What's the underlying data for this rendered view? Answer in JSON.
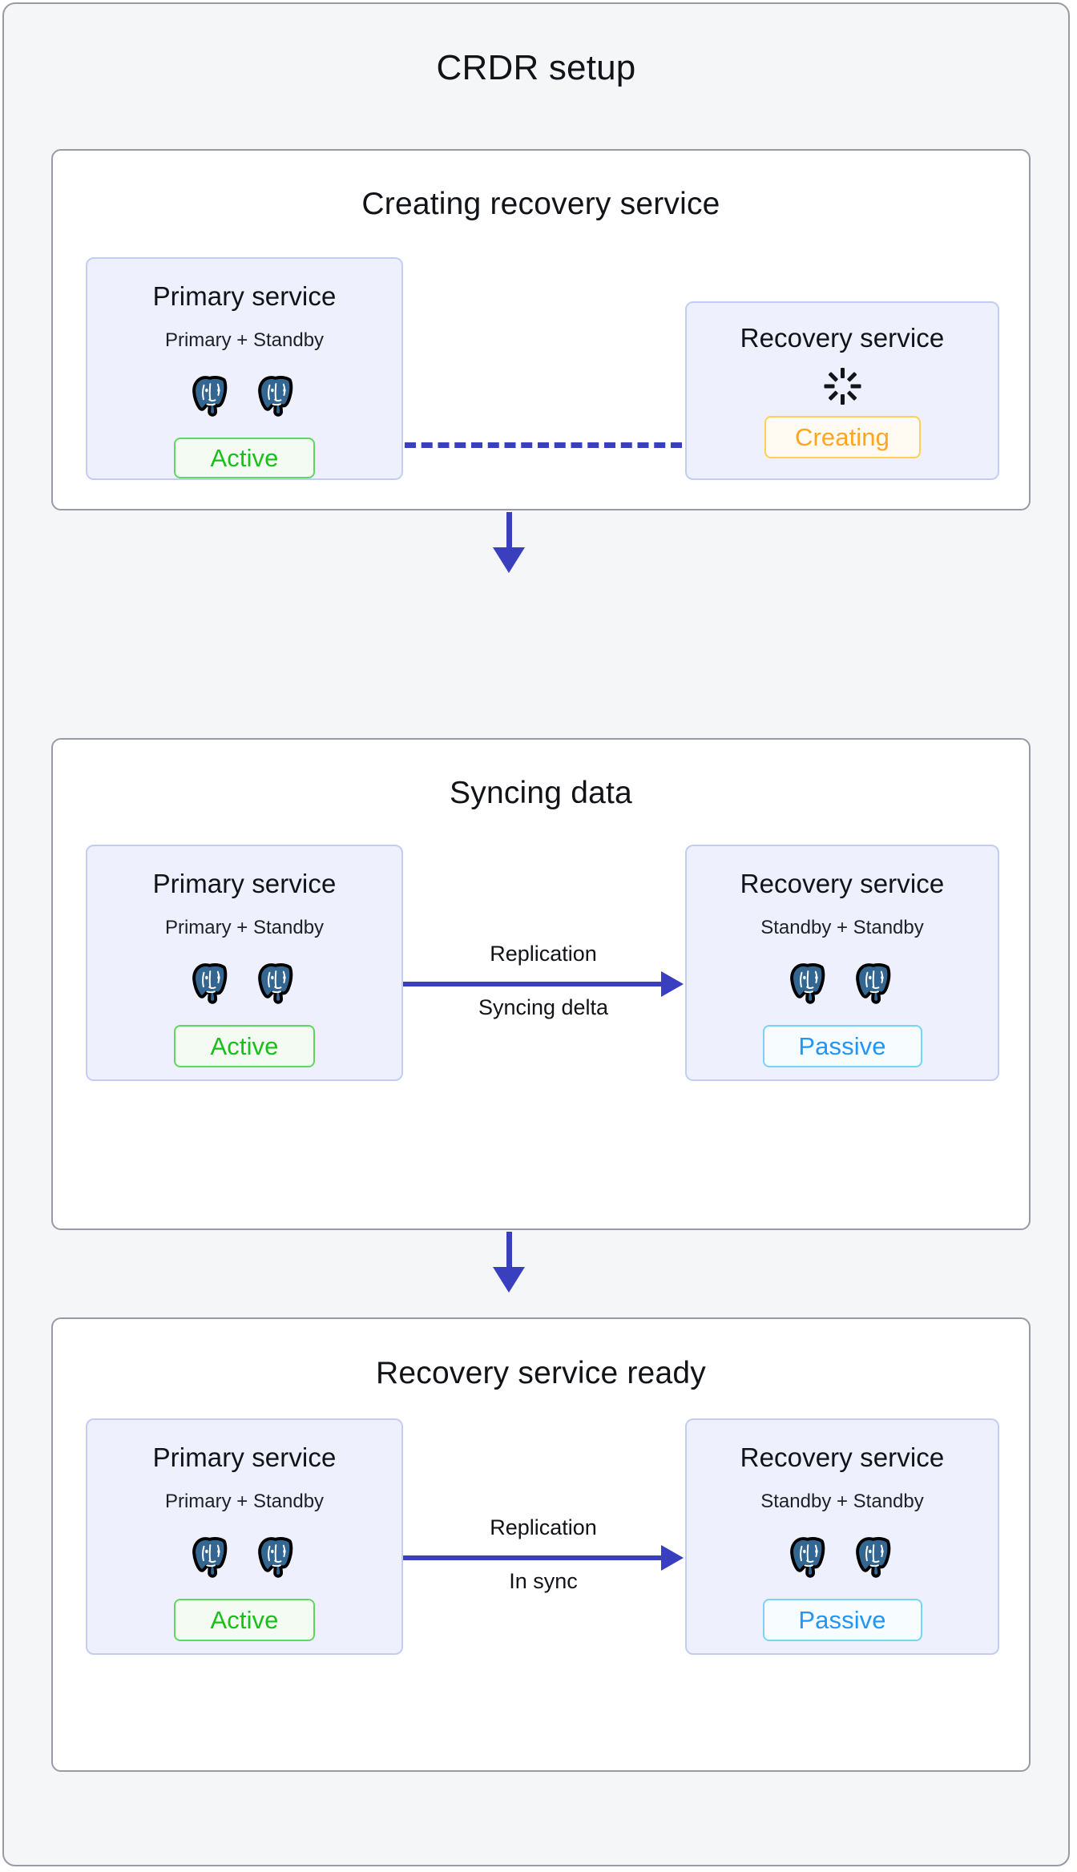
{
  "title": "CRDR setup",
  "colors": {
    "page_bg": "#f5f6f8",
    "panel_bg": "#ffffff",
    "panel_border": "#9a9aa6",
    "card_bg": "#eef1fd",
    "card_border": "#c3cdf2",
    "connector_blue": "#3a3fbf",
    "active_green": "#19c019",
    "passive_blue": "#2196f3",
    "creating_orange": "#ffa621",
    "postgres_blue": "#336791"
  },
  "stages": [
    {
      "title": "Creating recovery service",
      "link_type": "dashed",
      "link_labels": [],
      "left": {
        "name": "Primary service",
        "subtitle": "Primary + Standby",
        "nodes": 2,
        "node_icon": "postgres-elephant-icon",
        "status": "Active",
        "status_kind": "active"
      },
      "right": {
        "name": "Recovery service",
        "subtitle": "",
        "nodes": 0,
        "spinner_icon": "loading-spinner-icon",
        "status": "Creating",
        "status_kind": "creating"
      }
    },
    {
      "title": "Syncing data",
      "link_type": "arrow",
      "link_labels": [
        "Replication",
        "Syncing delta"
      ],
      "left": {
        "name": "Primary service",
        "subtitle": "Primary + Standby",
        "nodes": 2,
        "node_icon": "postgres-elephant-icon",
        "status": "Active",
        "status_kind": "active"
      },
      "right": {
        "name": "Recovery service",
        "subtitle": "Standby + Standby",
        "nodes": 2,
        "node_icon": "postgres-elephant-icon",
        "status": "Passive",
        "status_kind": "passive"
      }
    },
    {
      "title": "Recovery service ready",
      "link_type": "arrow",
      "link_labels": [
        "Replication",
        "In sync"
      ],
      "left": {
        "name": "Primary service",
        "subtitle": "Primary + Standby",
        "nodes": 2,
        "node_icon": "postgres-elephant-icon",
        "status": "Active",
        "status_kind": "active"
      },
      "right": {
        "name": "Recovery service",
        "subtitle": "Standby + Standby",
        "nodes": 2,
        "node_icon": "postgres-elephant-icon",
        "status": "Passive",
        "status_kind": "passive"
      }
    }
  ],
  "step_arrows": [
    "down-arrow-icon",
    "down-arrow-icon"
  ]
}
